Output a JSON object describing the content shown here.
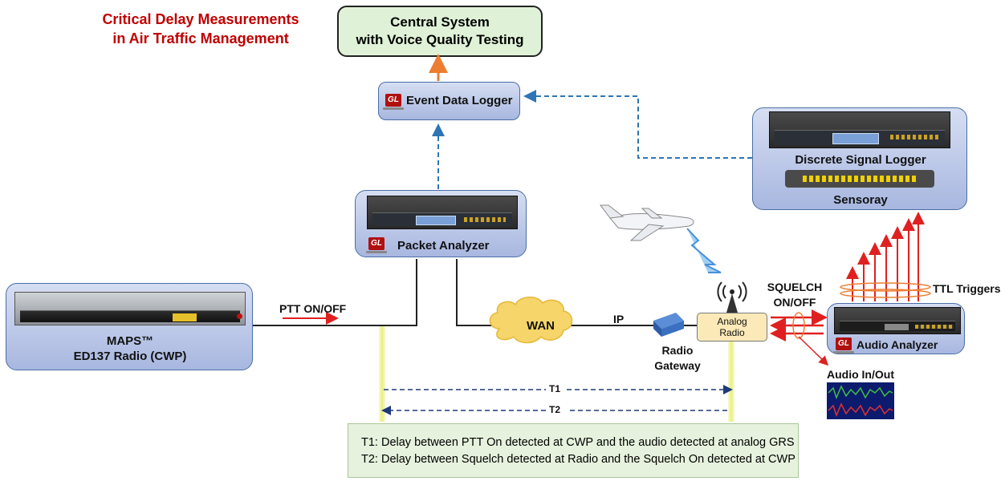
{
  "title": {
    "line1": "Critical Delay Measurements",
    "line2": "in Air Traffic Management"
  },
  "central_system": {
    "line1": "Central System",
    "line2": "with Voice Quality Testing"
  },
  "event_data_logger": {
    "label": "Event Data Logger",
    "logo": "GL"
  },
  "discrete_signal_logger": {
    "label": "Discrete Signal Logger"
  },
  "sensoray": {
    "label": "Sensoray"
  },
  "packet_analyzer": {
    "label": "Packet Analyzer",
    "logo": "GL"
  },
  "maps_radio": {
    "line1": "MAPS™",
    "line2": "ED137 Radio (CWP)"
  },
  "ptt_label": "PTT ON/OFF",
  "wan_label": "WAN",
  "ip_label": "IP",
  "radio_gateway": {
    "line1": "Radio",
    "line2": "Gateway"
  },
  "analog_radio": {
    "line1": "Analog",
    "line2": "Radio"
  },
  "squelch_label": {
    "line1": "SQUELCH",
    "line2": "ON/OFF"
  },
  "ttl_triggers": "TTL Triggers",
  "audio_analyzer": {
    "label": "Audio Analyzer",
    "logo": "GL"
  },
  "audio_inout": "Audio In/Out",
  "t1_label": "T1",
  "t2_label": "T2",
  "legend": {
    "t1": "T1:  Delay between PTT On detected at CWP and the audio detected at analog GRS",
    "t2": "T2:  Delay between Squelch detected at Radio and the Squelch On detected at CWP"
  },
  "colors": {
    "title_red": "#c00000",
    "arrow_orange": "#ed7d31",
    "dash_blue": "#2e75b6",
    "box_blue": "#b4c1e6",
    "central_green": "#dff2d8",
    "legend_green": "#e6f2dd",
    "signal_red": "#e02020",
    "timing_navy": "#1f3a7a"
  },
  "icons": [
    "gl-logo-icon",
    "airplane-icon",
    "antenna-icon",
    "cloud-icon",
    "lightning-icon",
    "waveform-icon"
  ]
}
